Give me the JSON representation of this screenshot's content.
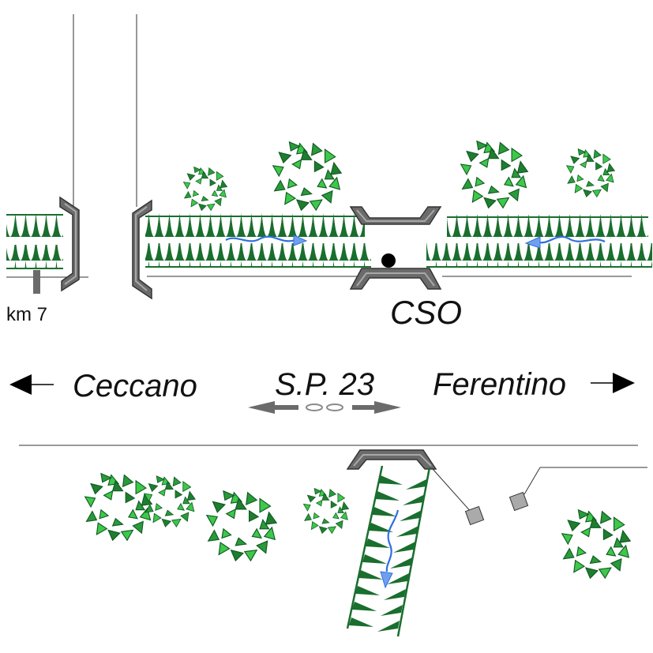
{
  "labels": {
    "km": "km 7",
    "cso": "CSO",
    "west_town": "Ceccano",
    "road": "S.P. 23",
    "east_town": "Ferentino"
  },
  "colors": {
    "vegetation_dark": "#1a6e2e",
    "vegetation_light": "#3ec84a",
    "water_flow": "#2f6fe0",
    "bridge_gray": "#6b6b6b",
    "arrow_black": "#000000"
  },
  "icons": {
    "tree": "shrub-cluster-icon",
    "flow": "water-flow-arrow-icon",
    "bridge": "bridge-bracket-icon"
  }
}
